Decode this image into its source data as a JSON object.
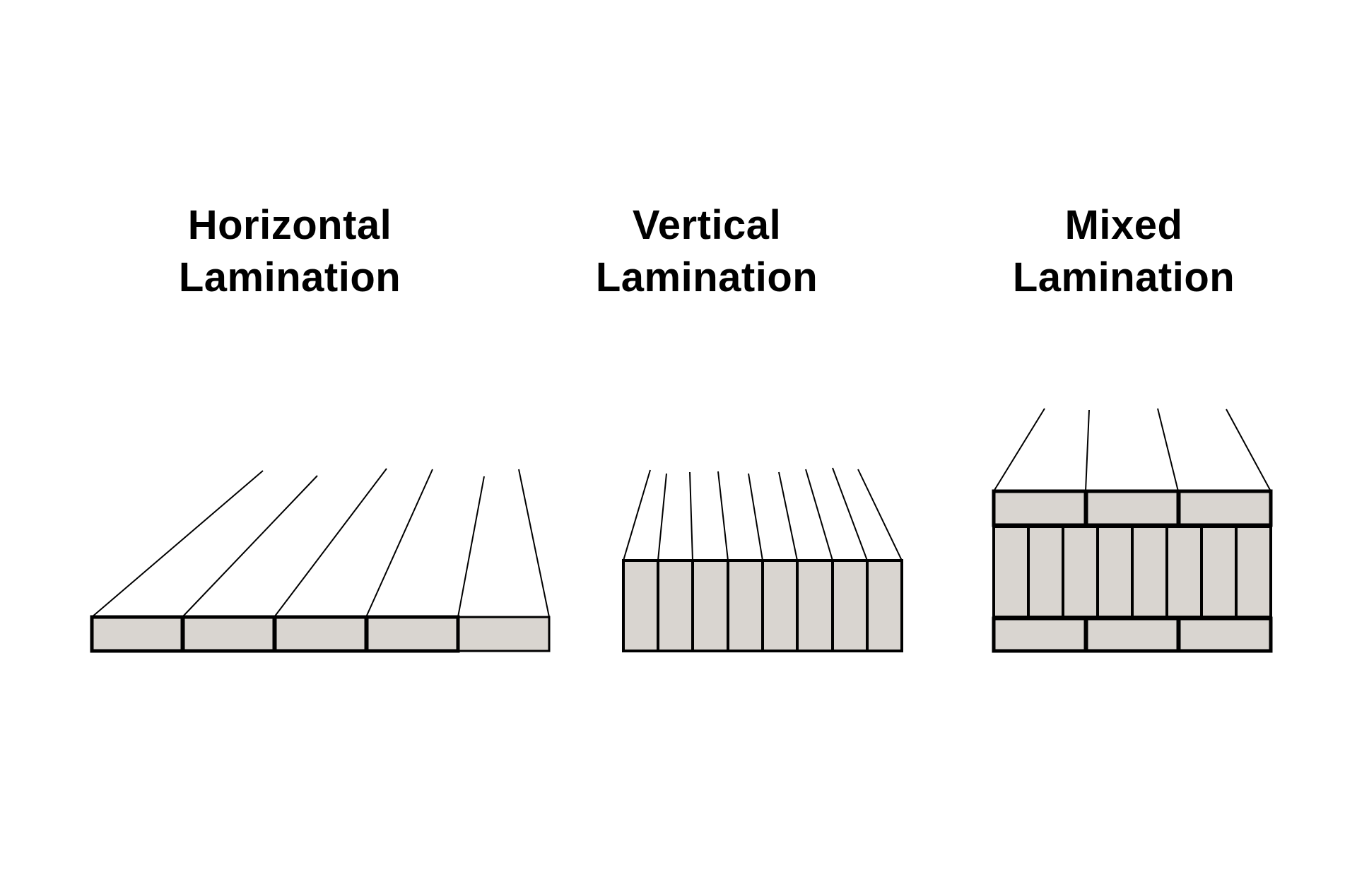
{
  "colors": {
    "board_fill": "#d9d5d0",
    "outline": "#000000",
    "background": "#ffffff"
  },
  "panels": [
    {
      "id": "horizontal",
      "title_line1": "Horizontal",
      "title_line2": "Lamination",
      "boards": 5,
      "arrangement": "boards laid flat side by side"
    },
    {
      "id": "vertical",
      "title_line1": "Vertical",
      "title_line2": "Lamination",
      "boards": 8,
      "arrangement": "boards set on edge side by side"
    },
    {
      "id": "mixed",
      "title_line1": "Mixed",
      "title_line2": "Lamination",
      "boards": 14,
      "arrangement": "flat boards top and bottom with edge boards in the middle"
    }
  ]
}
